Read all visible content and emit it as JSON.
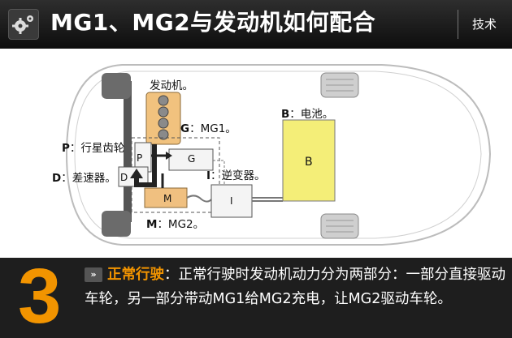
{
  "header": {
    "title": "MG1、MG2与发动机如何配合",
    "tag": "技术",
    "logo_icon": "gear-icon"
  },
  "diagram": {
    "labels": {
      "engine": "发动机。",
      "g_key": "G",
      "g_text": "：MG1。",
      "b_key": "B",
      "b_text": "：电池。",
      "p_key": "P",
      "p_text": "：行星齿轮",
      "d_key": "D",
      "d_text": "：差速器。",
      "i_key": "I",
      "i_text": "：逆变器。",
      "m_key": "M",
      "m_text": "：MG2。"
    },
    "box_letters": {
      "p": "P",
      "g": "G",
      "d": "D",
      "m": "M",
      "i": "I",
      "b": "B"
    },
    "colors": {
      "engine": "#f1c27e",
      "mg2": "#f0c080",
      "battery": "#f4ee78",
      "arrow": "#222222"
    }
  },
  "step": {
    "number": "3",
    "heading": "正常行驶",
    "text": "：正常行驶时发动机动力分为两部分：一部分直接驱动车轮，另一部分带动MG1给MG2充电，让MG2驱动车轮。",
    "color": "#f29400"
  }
}
